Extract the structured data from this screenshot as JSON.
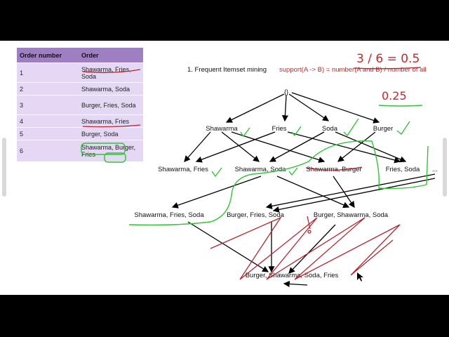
{
  "table": {
    "headers": {
      "order_number": "Order number",
      "order": "Order"
    },
    "rows": [
      {
        "num": "1",
        "order": "Shawarma, Fries, Soda"
      },
      {
        "num": "2",
        "order": "Shawarma, Soda"
      },
      {
        "num": "3",
        "order": "Burger, Fries, Soda"
      },
      {
        "num": "4",
        "order": "Shawarma, Fries"
      },
      {
        "num": "5",
        "order": "Burger, Soda"
      },
      {
        "num": "6",
        "order": "Shawarma, Burger, Fries"
      }
    ]
  },
  "heading": "1. Frequent Itemset mining",
  "formula": "support(A -> B) = number(A and B) / number of all",
  "handwriting": {
    "ratio": "3 / 6 = 0.5",
    "value": "0.25"
  },
  "lattice": {
    "root": "{}",
    "level1": [
      "Shawarma",
      "Fries",
      "Soda",
      "Burger"
    ],
    "level2": [
      "Shawarma, Fries",
      "Shawarma, Soda",
      "Shawarma, Burger",
      "Fries, Soda",
      "..."
    ],
    "level3": [
      "Shawarma, Fries, Soda",
      "Burger, Fries, Soda",
      "Burger, Shawarma, Soda"
    ],
    "level4": "Burger, Shawarma, Soda, Fries"
  },
  "colors": {
    "table_header": "#9d7fc2",
    "table_row": "#e4d8f4",
    "formula_red": "#c62828",
    "check_green": "#34c23a",
    "ink_red": "#b3262f"
  }
}
